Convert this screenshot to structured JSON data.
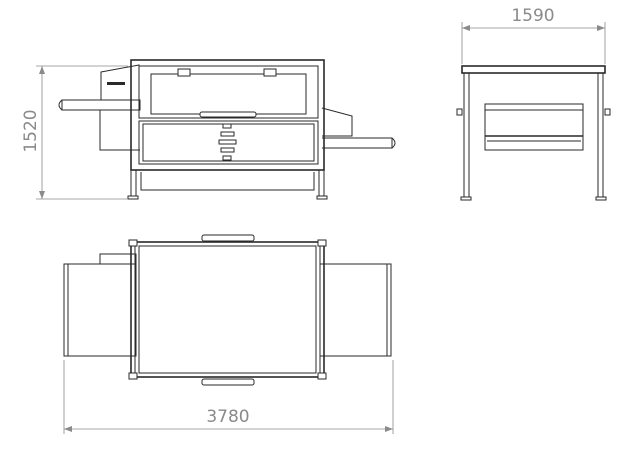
{
  "dimensions": {
    "height_label": "1520",
    "depth_label": "1590",
    "length_label": "3780"
  },
  "colors": {
    "line": "#2a2a2a",
    "dimension": "#8a8a8a",
    "background": "#ffffff"
  }
}
